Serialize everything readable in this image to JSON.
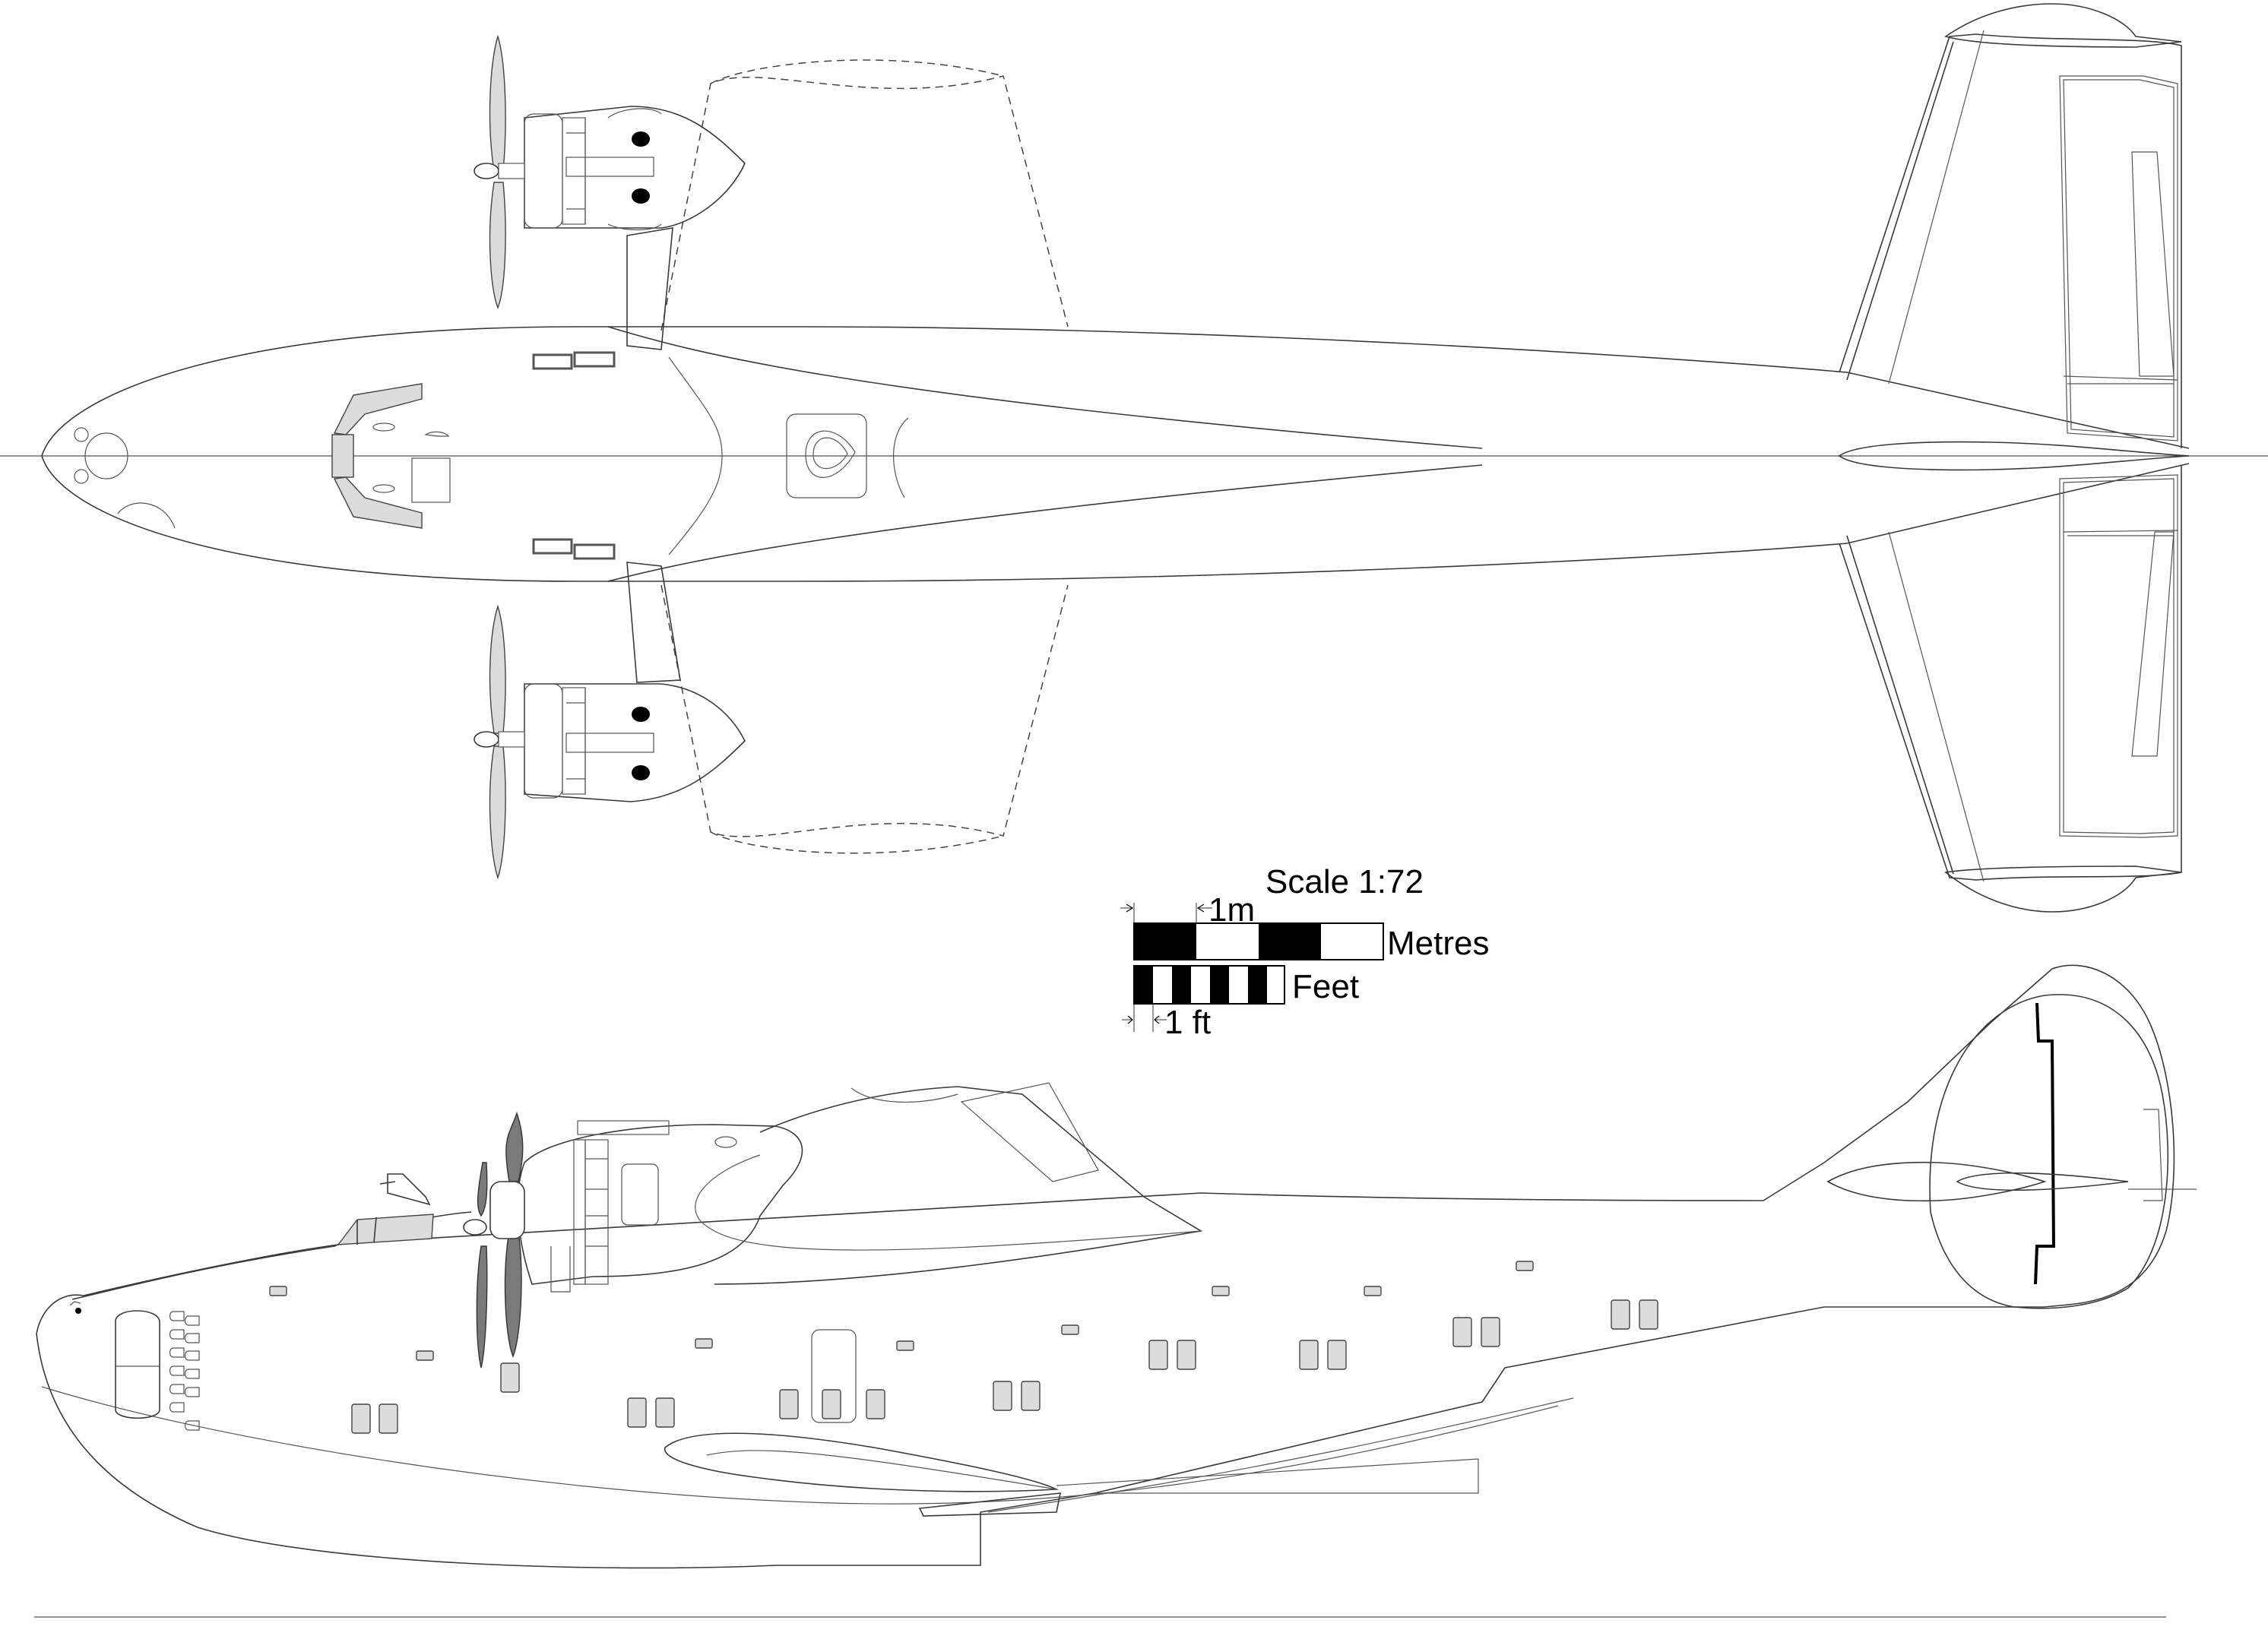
{
  "scale": {
    "title": "Scale 1:72",
    "metres_label": "Metres",
    "feet_label": "Feet",
    "metre_unit_label": "1m",
    "foot_unit_label": "1 ft",
    "metre_segments": 4,
    "foot_segments": 8
  },
  "colors": {
    "line": "#3a3a3a",
    "glazing": "#dcdcdc",
    "propeller_side": "#7a7a7a",
    "bar_fill": "#000000"
  }
}
